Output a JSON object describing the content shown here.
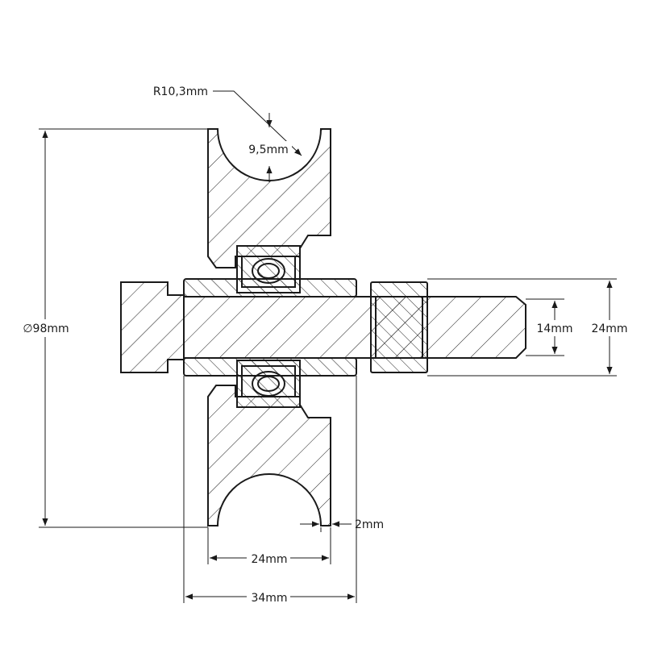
{
  "dimensions": {
    "radius": "R10,3mm",
    "groove_depth": "9,5mm",
    "outer_diameter": "∅98mm",
    "axle_diameter": "14mm",
    "nut_height": "24mm",
    "flange": "2mm",
    "wheel_width": "24mm",
    "overall_width": "34mm"
  },
  "colors": {
    "line": "#1a1a1a",
    "background": "#ffffff"
  }
}
